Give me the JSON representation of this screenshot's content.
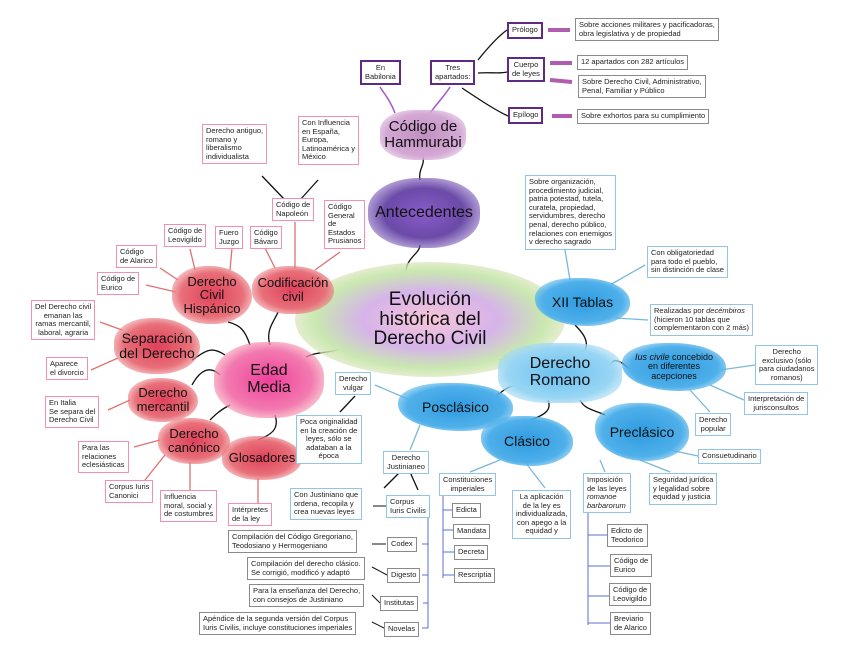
{
  "central": "Evolución\nhistórica del\nDerecho Civil",
  "antecedentes": {
    "title": "Antecedentes",
    "hammurabi": "Código de\nHammurabi",
    "babilonia": "En\nBabilonia",
    "tres": "Tres\napartados:",
    "prologo": "Prólogo",
    "cuerpo": "Cuerpo\nde leyes",
    "epilogo": "Epílogo",
    "prologo_desc": "Sobre acciones militares y pacificadoras,\nobra legislativa y de propiedad",
    "cuerpo_desc1": "12 apartados con 282 artículos",
    "cuerpo_desc2": "Sobre Derecho Civil, Administrativo,\nPenal, Familiar y Público",
    "epilogo_desc": "Sobre exhortos para su cumplimiento"
  },
  "edad_media": {
    "title": "Edad\nMedia",
    "codificacion": "Codificación\ncivil",
    "napoleon": "Código de\nNapoleón",
    "napoleon_a": "Derecho antiguo,\nromano y\nliberalismo\nindividualista",
    "napoleon_b": "Con Influencia\nen España,\nEuropa,\nLatinoamérica y\nMéxico",
    "prusianos": "Código\nGeneral\nde\nEstados\nPrusianos",
    "bavaro": "Código\nBávaro",
    "hispanico": "Derecho\nCivil\nHispánico",
    "fuero": "Fuero\nJuzgo",
    "leovigildo": "Código de\nLeovigildo",
    "alarico": "Código\nde Alarico",
    "eurico": "Código de\nEurico",
    "separacion": "Separación\ndel Derecho",
    "separacion_desc": "Del Derecho civil\nemanan las\nramas mercantil,\nlaboral, agraria",
    "divorcio": "Aparece\nel divorcio",
    "mercantil": "Derecho\nmercantil",
    "italia": "En Italia\nSe separa del\nDerecho Civil",
    "canonico": "Derecho\ncanónico",
    "eclesiasticas": "Para las\nrelaciones\neclesiásticas",
    "canonici": "Corpus Iuris\nCanonici",
    "influencia": "Influencia\nmoral, social y\nde costumbres",
    "glosadores": "Glosadores",
    "interpretes": "Intérpretes\nde la ley"
  },
  "romano": {
    "title": "Derecho\nRomano",
    "xii": "XII Tablas",
    "xii_a": "Sobre organización,\nprocedimiento judicial,\npatria potestad, tutela,\ncuratela, propiedad,\nservidumbres, derecho\npenal, derecho público,\nrelaciones con enemigos\nv derecho sagrado",
    "xii_b": "Con obligatoriedad\npara todo el pueblo,\nsin distinción de clase",
    "xii_c_pre": "Realizadas por ",
    "xii_c_it": "decémbiros",
    "xii_c_post": "\n(hicieron 10 tablas que\ncomplementaron con 2 más)",
    "ius_it": "Ius civile",
    "ius_rest": " concebido\nen diferentes\nacepciones",
    "exclusivo": "Derecho\nexclusivo (sólo\npara ciudadanos\nromanos)",
    "jurisconsultos": "Interpretación de\njurisconsultos",
    "popular": "Derecho\npopular",
    "preclasico": "Preclásico",
    "consuetudinario": "Consuetudinario",
    "seguridad": "Seguridad jurídica\ny legalidad sobre\nequidad y justicia",
    "clasico": "Clásico",
    "aplicacion": "La aplicación\nde la ley es\nindividualizada,\ncon apego a la\nequidad y",
    "imposicion_pre": "Imposición\nde las leyes\n",
    "imposicion_it": "romanoe\nbarbarorum",
    "teodorico": "Edicto de\nTeodorico",
    "eurico": "Código de\nEurico",
    "leovigildo": "Código de\nLeovigildo",
    "breviario": "Breviario\nde Alarico",
    "constituciones": "Constituciones\nimperiales",
    "edicta": "Edicta",
    "mandata": "Mandata",
    "decreta": "Decreta",
    "rescriptia": "Rescriptia",
    "posclasico": "Posclásico",
    "vulgar": "Derecho\nvulgar",
    "poca": "Poca originalidad\nen la creación de\nleyes, sólo se\nadataban a la\népoca",
    "justinianeo": "Derecho\nJustinianeo",
    "con_justiniano": "Con Justiniano que\nordena, recopila y\ncrea nuevas leyes",
    "corpus": "Corpus\nIuris Civilis",
    "codex": "Codex",
    "codex_desc": "Compilación del Código Gregoriano,\nTeodosiano y Hermogeniano",
    "digesto": "Digesto",
    "digesto_desc": "Compilación del derecho clásico.\nSe corrigió, modificó y adaptó",
    "institutas": "Institutas",
    "institutas_desc": "Para la enseñanza del Derecho,\ncon consejos de Justiniano",
    "novelas": "Novelas",
    "novelas_desc": "Apéndice de la segunda versión del Corpus\nIuris Civilis, incluye constituciones imperiales"
  },
  "colors": {
    "pink": "#e0405a",
    "blue": "#2f9be0",
    "purple": "#5e2a84",
    "magenta": "#b05cb0"
  }
}
